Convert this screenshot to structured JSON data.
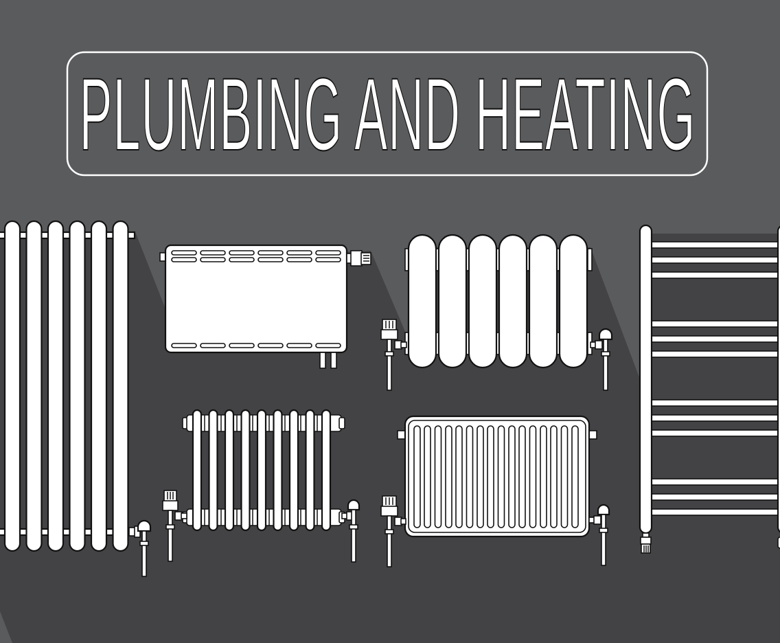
{
  "title": "PLUMBING AND HEATING",
  "colors": {
    "background_light": "#5a5b5d",
    "background_shadow": "#434345",
    "radiator_fill": "#ffffff",
    "outline": "#111111"
  },
  "illustrations": [
    {
      "id": "vertical-column-radiator",
      "columns": 6
    },
    {
      "id": "panel-radiator",
      "slot_columns": 6
    },
    {
      "id": "rounded-sectional-radiator",
      "sections": 6
    },
    {
      "id": "cast-iron-column-radiator",
      "columns": 9
    },
    {
      "id": "convector-radiator",
      "fins": 16
    },
    {
      "id": "towel-rail-radiator",
      "bar_groups": 4,
      "bars_per_group": 3
    }
  ]
}
